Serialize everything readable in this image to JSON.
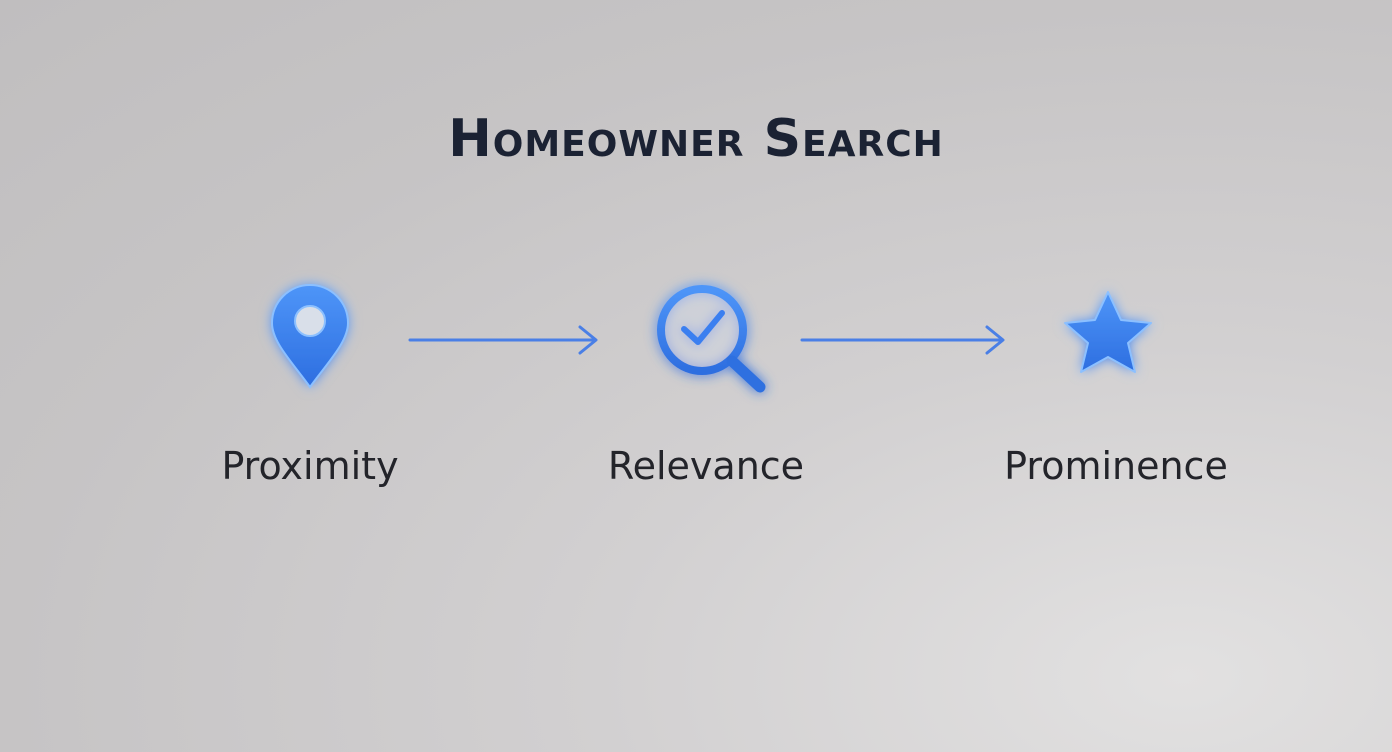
{
  "title": "Homeowner Search",
  "steps": [
    {
      "label": "Proximity",
      "icon": "location-pin-icon"
    },
    {
      "label": "Relevance",
      "icon": "magnifier-check-icon"
    },
    {
      "label": "Prominence",
      "icon": "star-icon"
    }
  ],
  "colors": {
    "accent": "#3b7ff0",
    "accent_dark": "#2f6fe0",
    "arrow": "#4a7fe6",
    "text": "#1b2233"
  }
}
